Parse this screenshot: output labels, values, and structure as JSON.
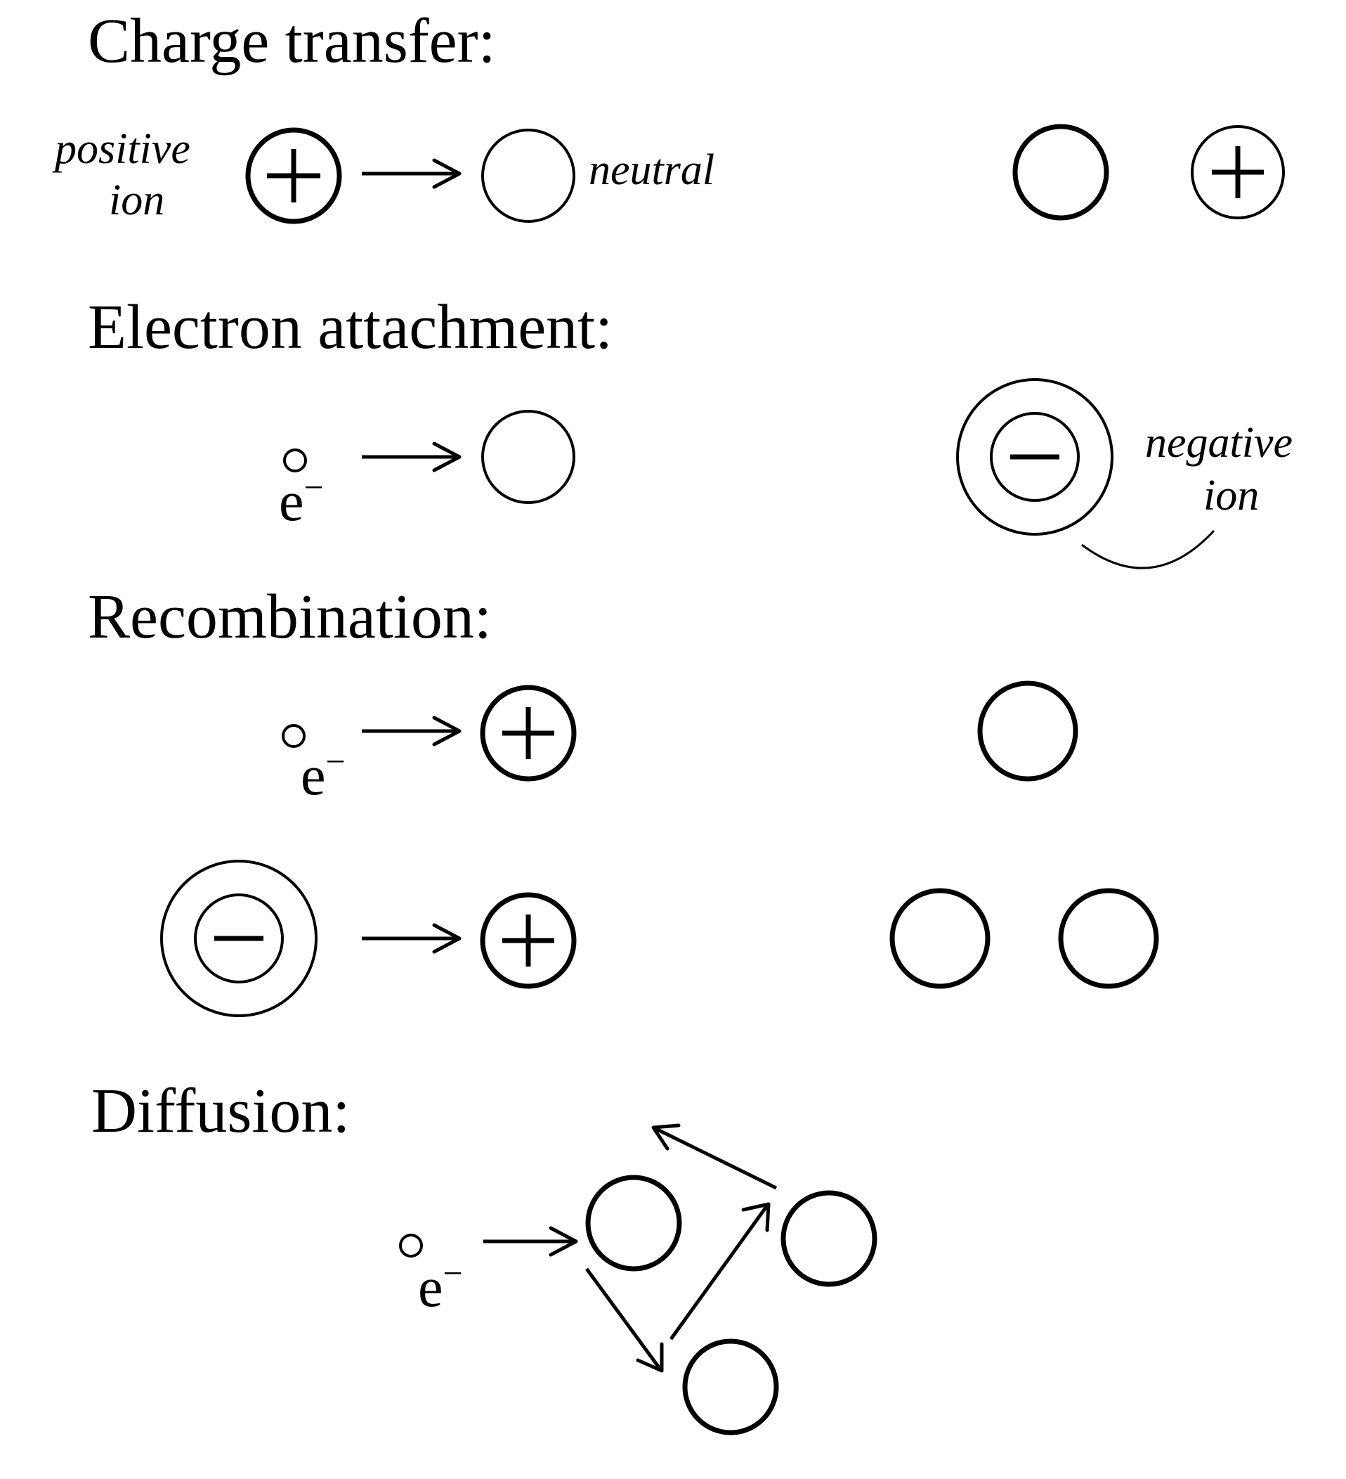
{
  "sections": {
    "charge_transfer": {
      "heading": "Charge transfer:"
    },
    "electron_attachment": {
      "heading": "Electron attachment:"
    },
    "recombination": {
      "heading": "Recombination:"
    },
    "diffusion": {
      "heading": "Diffusion:"
    }
  },
  "labels": {
    "positive_ion_line1": "positive",
    "positive_ion_line2": "ion",
    "neutral": "neutral",
    "negative_ion_line1": "negative",
    "negative_ion_line2": "ion",
    "electron_e": "e",
    "electron_minus": "−"
  }
}
